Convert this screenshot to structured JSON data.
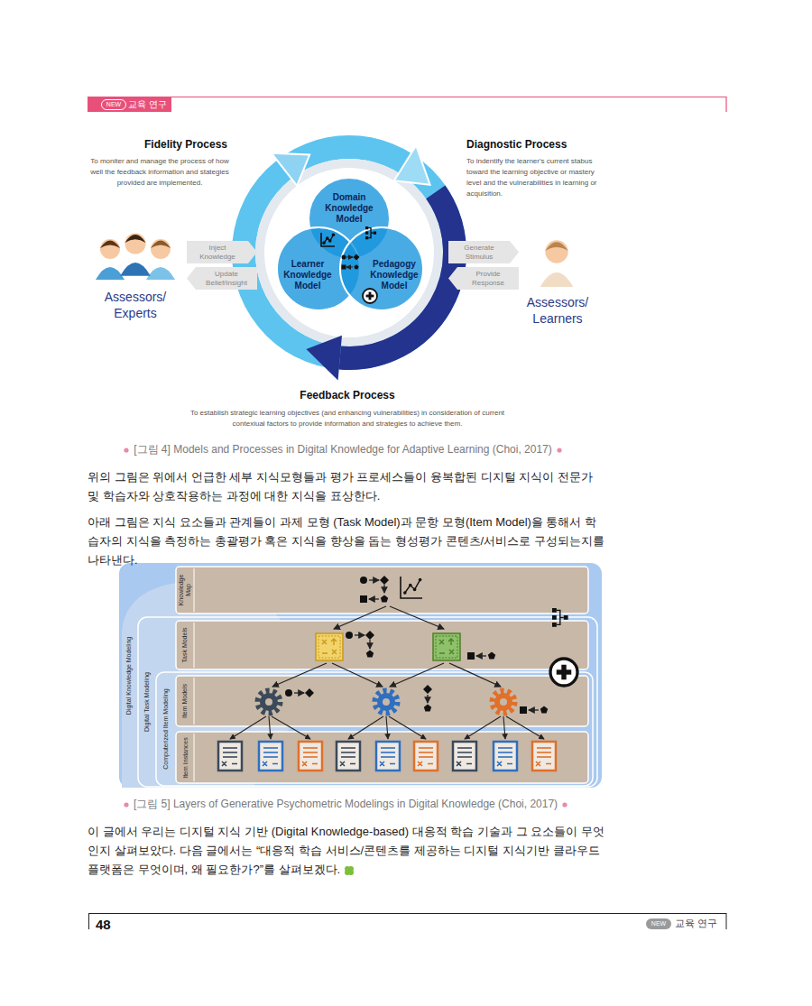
{
  "diagram": {
    "caption": "[그림 4] Models and Processes in Digital Knowledge for Adaptive Learning (Choi, 2017)",
    "nodes": [
      {
        "text": [
          "Domain Knowledge Model"
        ]
      },
      {
        "text": [
          "Learner Knowledge Model"
        ]
      },
      {
        "text": [
          "Pedagogy Knowledge Model"
        ]
      },
      {
        "text": [
          "Inject Knowledge"
        ]
      },
      {
        "text": [
          "Update Belief/Insight"
        ]
      },
      {
        "text": [
          "Generate Stimulus"
        ]
      },
      {
        "text": [
          "Provide Response"
        ]
      },
      {
        "text": [
          "Digital Knowledge Modeling"
        ]
      },
      {
        "text": [
          "Knowledge Map"
        ],
        "in": 7
      },
      {
        "text": [
          "Digital Task Modeling"
        ],
        "in": 7
      },
      {
        "text": [
          "Task Models"
        ],
        "in": 9
      },
      {
        "text": [
          "Computerized Item Modeling"
        ],
        "in": 9
      },
      {
        "text": [
          "Item Models"
        ],
        "in": 11
      },
      {
        "text": [
          "Item Instances"
        ],
        "in": 11
      }
    ],
    "labels": [
      "NEW",
      "교육 연구",
      "Fidelity Process",
      "To moniter and manage the process of how well the feedback information and stategies provided are implemented.",
      "Diagnostic Process",
      "To indentify the learner's current stabus toward the learning objective or mastery level and the vulnerabilities in learning or acquisition.",
      "Assessors/ Experts",
      "Assessors/ Learners",
      "Feedback Process",
      "To establish strategic learning objectives (and enhancing vulnerabilities) in consideration of current contexiual factors to provide information and strategies to achieve them.",
      "위의 그림은 위에서 언급한 세부 지식모형들과 평가 프로세스들이 융복합된 디지털 지식이 전문가 및 학습자와 상호작용하는 과정에 대한 지식을 표상한다.",
      "아래 그림은 지식 요소들과 관계들이 과제 모형 (Task Model)과 문항 모형(Item Model)을 통해서 학습자의 지식을 측정하는 총괄평가 혹은 지식을 향상을 돕는 형성평가 콘텐츠/서비스로 구성되는지를 나타낸다.",
      "[그림 5] Layers of Generative Psychometric Modelings in Digital Knowledge (Choi, 2017)",
      "이 글에서 우리는 디지털 지식 기반 (Digital Knowledge-based) 대응적 학습 기술과 그 요소들이 무엇인지 살펴보았다. 다음 글에서는 “대응적 학습 서비스/콘텐츠를 제공하는 디지털 지식기반 클라우드 플랫폼은 무엇이며, 왜 필요한가?”를 살펴보겠다.",
      "48",
      "NEW",
      "교육 연구"
    ]
  }
}
